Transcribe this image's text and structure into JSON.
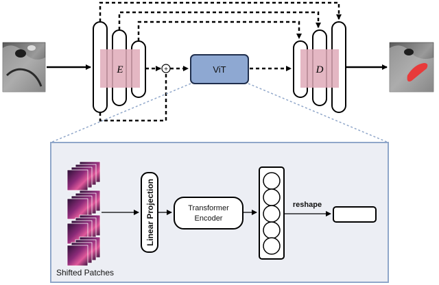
{
  "labels": {
    "encoder": "E",
    "decoder": "D",
    "vit": "ViT",
    "linear_projection": "Linear Projection",
    "transformer_line1": "Transformer",
    "transformer_line2": "Encoder",
    "reshape": "reshape",
    "shifted_patches": "Shifted Patches",
    "plus": "+"
  },
  "colors": {
    "vit_fill": "#8ea8d2",
    "vit_stroke": "#1f2e4c",
    "panel_fill": "#eceef4",
    "panel_stroke": "#8fa6c9",
    "callout_dots": "#8fa6c9",
    "encoder_block": "#dfaab8",
    "patch_dark": "#2a0f35",
    "patch_mid": "#8c2b79",
    "patch_light": "#e0599b",
    "segmentation": "#e83a3a"
  }
}
